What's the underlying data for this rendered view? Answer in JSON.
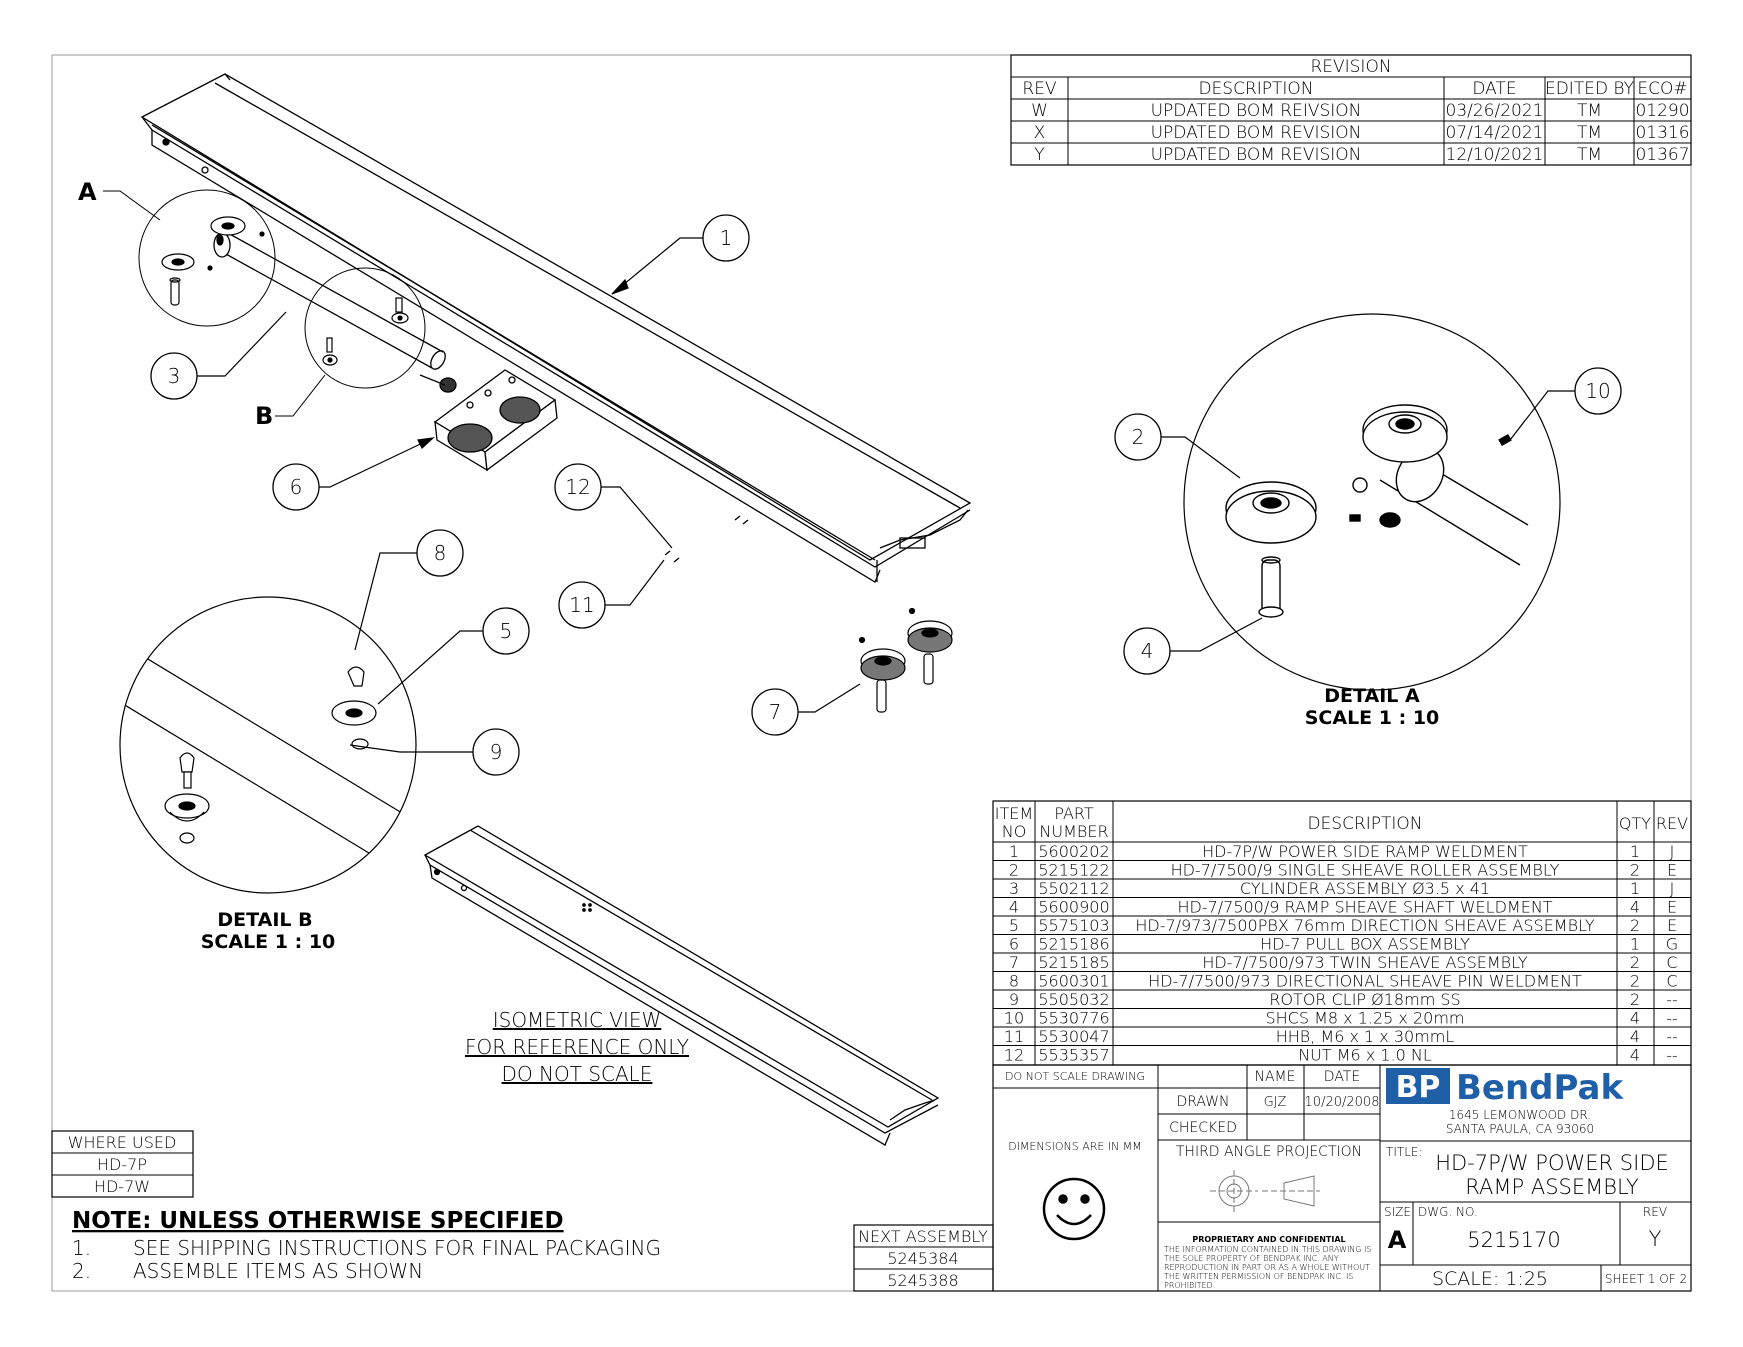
{
  "revision_block": {
    "title": "REVISION",
    "headers": [
      "REV",
      "DESCRIPTION",
      "DATE",
      "EDITED BY",
      "ECO#"
    ],
    "rows": [
      [
        "W",
        "UPDATED BOM REIVSION",
        "03/26/2021",
        "TM",
        "01290"
      ],
      [
        "X",
        "UPDATED BOM REVISION",
        "07/14/2021",
        "TM",
        "01316"
      ],
      [
        "Y",
        "UPDATED BOM REVISION",
        "12/10/2021",
        "TM",
        "01367"
      ]
    ]
  },
  "balloons": [
    "1",
    "2",
    "3",
    "4",
    "5",
    "6",
    "7",
    "8",
    "9",
    "10",
    "11",
    "12"
  ],
  "detail_letters": {
    "a": "A",
    "b": "B"
  },
  "detail_a": {
    "title": "DETAIL A",
    "scale": "SCALE 1 : 10"
  },
  "detail_b": {
    "title": "DETAIL B",
    "scale": "SCALE 1 : 10"
  },
  "iso_note": [
    "ISOMETRIC VIEW",
    "FOR REFERENCE ONLY",
    "DO NOT SCALE"
  ],
  "bom": {
    "headers": {
      "item": [
        "ITEM",
        "NO"
      ],
      "part": [
        "PART",
        "NUMBER"
      ],
      "desc": "DESCRIPTION",
      "qty": "QTY",
      "rev": "REV"
    },
    "rows": [
      [
        "1",
        "5600202",
        "HD-7P/W POWER SIDE RAMP WELDMENT",
        "1",
        "J"
      ],
      [
        "2",
        "5215122",
        "HD-7/7500/9 SINGLE SHEAVE ROLLER ASSEMBLY",
        "2",
        "E"
      ],
      [
        "3",
        "5502112",
        "CYLINDER ASSEMBLY Ø3.5 x 41",
        "1",
        "J"
      ],
      [
        "4",
        "5600900",
        "HD-7/7500/9 RAMP SHEAVE SHAFT WELDMENT",
        "4",
        "E"
      ],
      [
        "5",
        "5575103",
        "HD-7/973/7500PBX 76mm DIRECTION SHEAVE ASSEMBLY",
        "2",
        "E"
      ],
      [
        "6",
        "5215186",
        "HD-7 PULL BOX ASSEMBLY",
        "1",
        "G"
      ],
      [
        "7",
        "5215185",
        "HD-7/7500/973 TWIN SHEAVE ASSEMBLY",
        "2",
        "C"
      ],
      [
        "8",
        "5600301",
        "HD-7/7500/973 DIRECTIONAL SHEAVE PIN WELDMENT",
        "2",
        "C"
      ],
      [
        "9",
        "5505032",
        "ROTOR CLIP Ø18mm SS",
        "2",
        "--"
      ],
      [
        "10",
        "5530776",
        "SHCS M8 x 1.25 x 20mm",
        "4",
        "--"
      ],
      [
        "11",
        "5530047",
        "HHB, M6 x 1 x 30mmL",
        "4",
        "--"
      ],
      [
        "12",
        "5535357",
        "NUT M6 x 1.0 NL",
        "4",
        "--"
      ]
    ]
  },
  "title_block": {
    "do_not_scale": "DO NOT SCALE DRAWING",
    "name_label": "NAME",
    "date_label": "DATE",
    "drawn_label": "DRAWN",
    "drawn_name": "GJZ",
    "drawn_date": "10/20/2008",
    "checked_label": "CHECKED",
    "dimensions": "DIMENSIONS ARE IN MM",
    "projection": "THIRD ANGLE PROJECTION",
    "logo_bp": "BP",
    "logo_name": "BendPak",
    "address1": "1645 LEMONWOOD DR.",
    "address2": "SANTA PAULA, CA 93060",
    "title_label": "TITLE:",
    "title1": "HD-7P/W POWER SIDE",
    "title2": "RAMP ASSEMBLY",
    "size_label": "SIZE",
    "size": "A",
    "dwg_label": "DWG.  NO.",
    "dwg_no": "5215170",
    "rev_label": "REV",
    "rev": "Y",
    "scale": "SCALE: 1:25",
    "sheet": "SHEET 1 OF 2",
    "proprietary_title": "PROPRIETARY AND CONFIDENTIAL",
    "proprietary": [
      "THE INFORMATION CONTAINED IN THIS DRAWING IS",
      "THE SOLE PROPERTY OF BENDPAK INC. ANY",
      "REPRODUCTION IN PART OR AS A WHOLE WITHOUT",
      "THE WRITTEN PERMISSION OF BENDPAK INC. IS",
      "PROHIBITED."
    ]
  },
  "where_used": {
    "title": "WHERE USED",
    "items": [
      "HD-7P",
      "HD-7W"
    ]
  },
  "next_assembly": {
    "title": "NEXT ASSEMBLY",
    "items": [
      "5245384",
      "5245388"
    ]
  },
  "notes": {
    "title": "NOTE: UNLESS OTHERWISE SPECIFIED",
    "items": [
      {
        "num": "1.",
        "text": "SEE SHIPPING INSTRUCTIONS FOR FINAL PACKAGING"
      },
      {
        "num": "2.",
        "text": "ASSEMBLE ITEMS AS SHOWN"
      }
    ]
  },
  "colors": {
    "logo_blue": "#1f5fa8",
    "line": "#000000"
  }
}
